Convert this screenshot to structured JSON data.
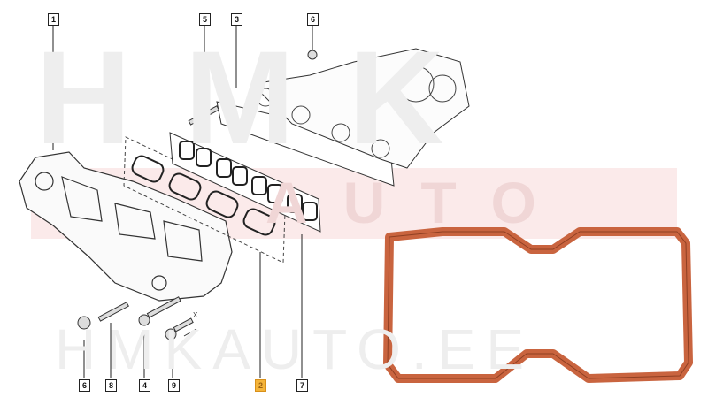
{
  "watermark": {
    "top": "HMK",
    "middle": "AUTO",
    "bottom": "HMKAUTO.EE"
  },
  "callouts": [
    {
      "label": "1",
      "highlighted": false
    },
    {
      "label": "5",
      "highlighted": false
    },
    {
      "label": "3",
      "highlighted": false
    },
    {
      "label": "6",
      "highlighted": false
    },
    {
      "label": "6",
      "highlighted": false
    },
    {
      "label": "8",
      "highlighted": false
    },
    {
      "label": "4",
      "highlighted": false
    },
    {
      "label": "9",
      "highlighted": false
    },
    {
      "label": "2",
      "highlighted": true
    },
    {
      "label": "7",
      "highlighted": false
    }
  ],
  "dimension_label": "X",
  "colors": {
    "gasket": "#c9643f",
    "highlight": "#f4b43a"
  }
}
